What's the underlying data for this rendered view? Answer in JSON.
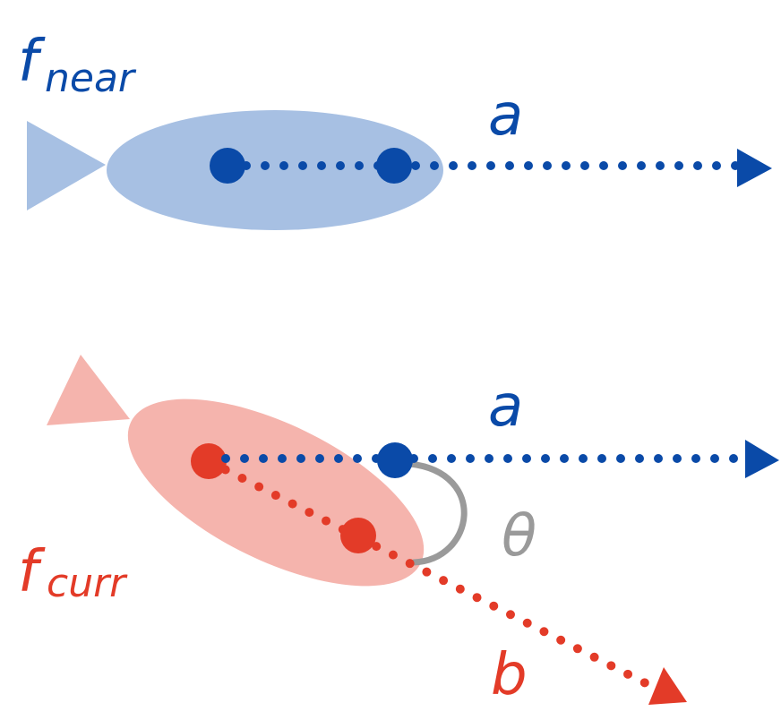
{
  "colors": {
    "blue": "#0a4aa8",
    "blue_light": "#a7c0e3",
    "red": "#e33b28",
    "red_light": "#f5b4ad",
    "gray": "#9a9a9a"
  },
  "fish_near": {
    "label_main": "f",
    "label_sub": "near",
    "vector_label": "a"
  },
  "fish_curr": {
    "label_main": "f",
    "label_sub": "curr",
    "vector_a_label": "a",
    "vector_b_label": "b",
    "angle_label": "θ"
  }
}
